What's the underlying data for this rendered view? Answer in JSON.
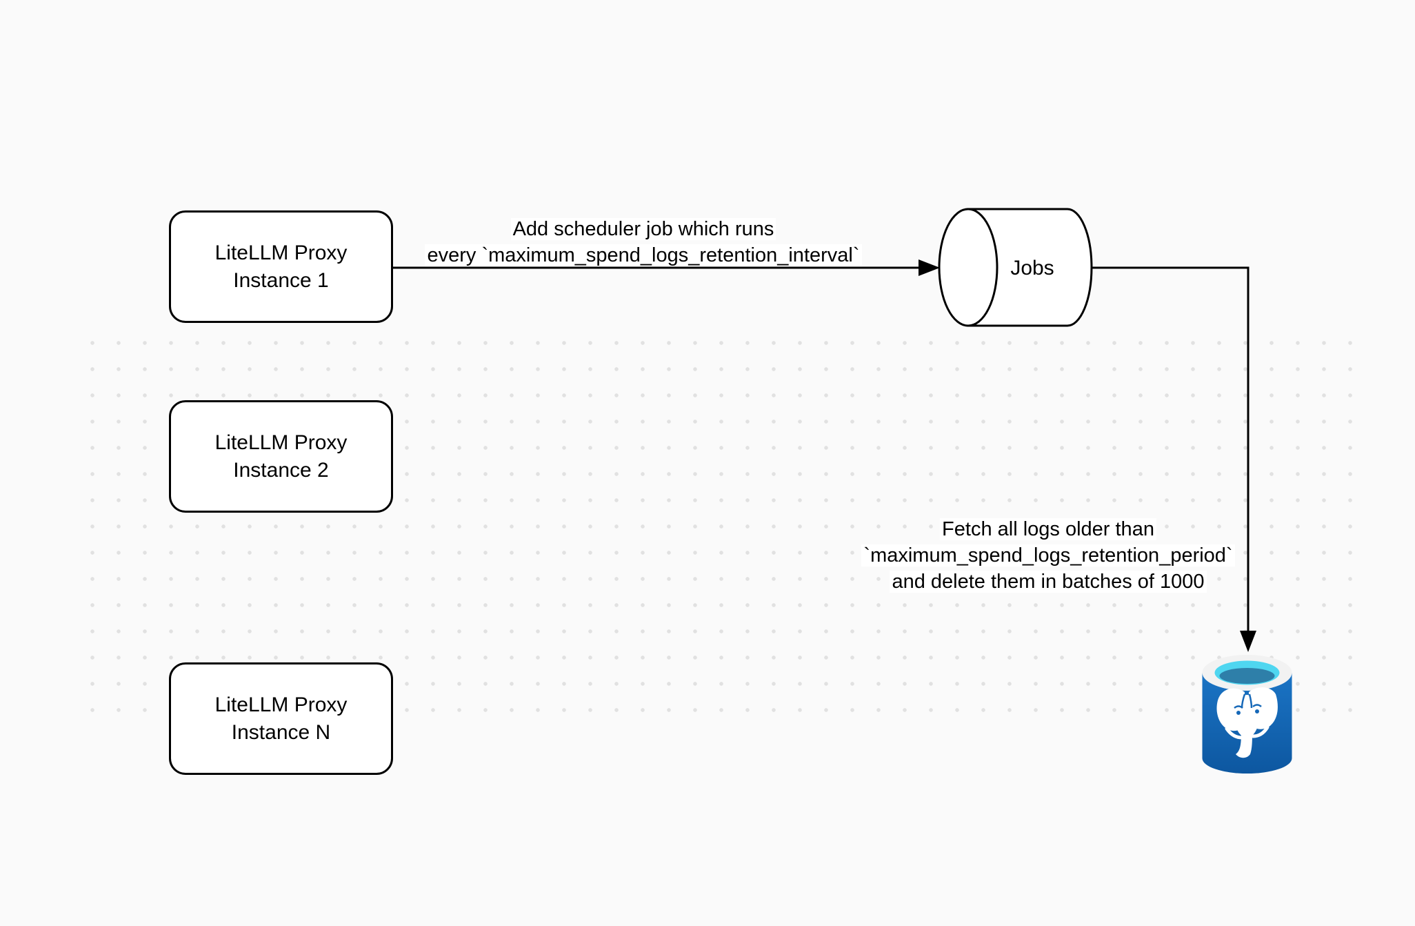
{
  "nodes": {
    "proxy1": {
      "line1": "LiteLLM Proxy",
      "line2": "Instance 1"
    },
    "proxy2": {
      "line1": "LiteLLM Proxy",
      "line2": "Instance 2"
    },
    "proxyN": {
      "line1": "LiteLLM Proxy",
      "line2": "Instance N"
    },
    "jobs": {
      "label": "Jobs"
    },
    "postgres": {
      "icon": "postgresql-database"
    }
  },
  "edges": {
    "schedule": {
      "line1": "Add scheduler job which runs",
      "line2": "every `maximum_spend_logs_retention_interval`"
    },
    "fetch": {
      "line1": "Fetch all logs older than",
      "line2": "`maximum_spend_logs_retention_period`",
      "line3": "and delete them in batches of 1000"
    }
  },
  "colors": {
    "background": "#fafafa",
    "stroke": "#000000",
    "node_fill": "#ffffff",
    "grid_dot": "#e1e1e1",
    "postgres_blue": "#1668b8",
    "postgres_blue_dark": "#0d57a0",
    "postgres_rim": "#f2f2f2",
    "postgres_cyan": "#4fd6f0",
    "postgres_pool": "#2e7fa9"
  }
}
